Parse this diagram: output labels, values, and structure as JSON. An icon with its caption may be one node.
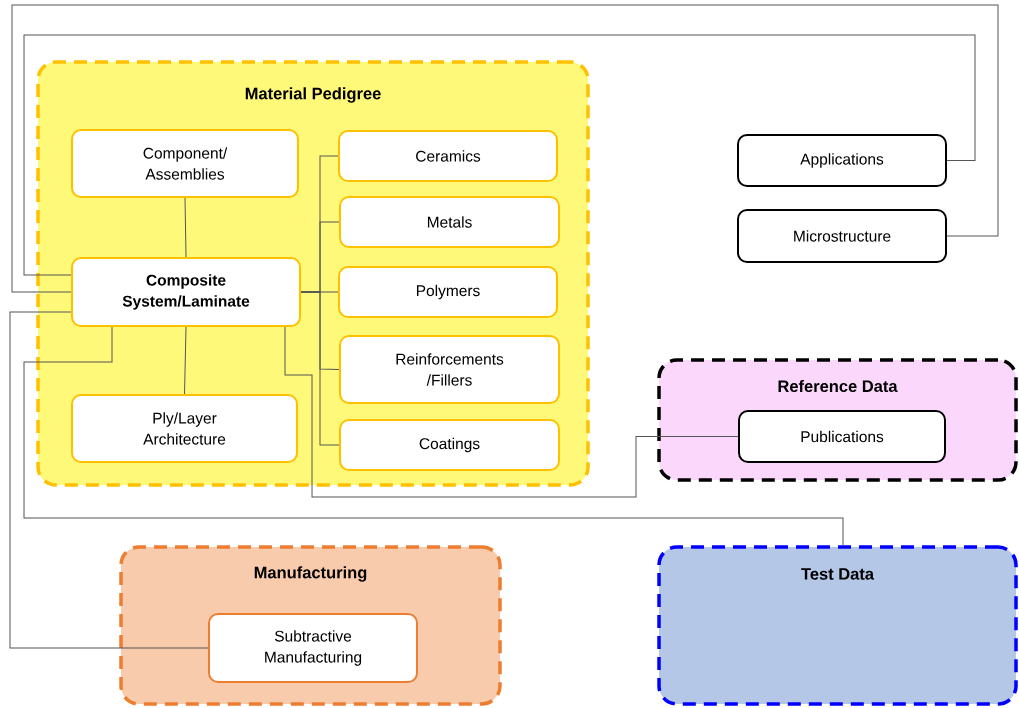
{
  "diagram": {
    "nodes": [
      {
        "text": [
          "Material Pedigree"
        ]
      },
      {
        "text": [
          "Component/ Assemblies"
        ],
        "in": 0
      },
      {
        "text": [
          "Ceramics"
        ],
        "in": 0
      },
      {
        "text": [
          "Composite System/Laminate"
        ],
        "in": 0
      },
      {
        "text": [
          "Metals"
        ],
        "in": 0
      },
      {
        "text": [
          "Polymers"
        ],
        "in": 0
      },
      {
        "text": [
          "Reinforcements /Fillers"
        ],
        "in": 0
      },
      {
        "text": [
          "Ply/Layer Architecture"
        ],
        "in": 0
      },
      {
        "text": [
          "Coatings"
        ],
        "in": 0
      },
      {
        "text": [
          "Applications"
        ]
      },
      {
        "text": [
          "Microstructure"
        ]
      },
      {
        "text": [
          "Reference Data"
        ]
      },
      {
        "text": [
          "Publications"
        ],
        "in": 11
      },
      {
        "text": [
          "Manufacturing"
        ]
      },
      {
        "text": [
          "Subtractive Manufacturing"
        ],
        "in": 13
      },
      {
        "text": [
          "Test Data"
        ]
      }
    ],
    "edges": [
      {
        "from": 3,
        "to": 1,
        "arrow": "none"
      },
      {
        "from": 3,
        "to": 2,
        "arrow": "none"
      },
      {
        "from": 3,
        "to": 4,
        "arrow": "none"
      },
      {
        "from": 3,
        "to": 5,
        "arrow": "none"
      },
      {
        "from": 3,
        "to": 6,
        "arrow": "none"
      },
      {
        "from": 3,
        "to": 8,
        "arrow": "none"
      },
      {
        "from": 3,
        "to": 7,
        "arrow": "none"
      },
      {
        "from": 3,
        "to": 9,
        "arrow": "none"
      },
      {
        "from": 3,
        "to": 10,
        "arrow": "none"
      },
      {
        "from": 3,
        "to": 14,
        "arrow": "none"
      },
      {
        "from": 3,
        "to": 15,
        "arrow": "none"
      },
      {
        "from": 3,
        "to": 12,
        "arrow": "none"
      }
    ]
  }
}
